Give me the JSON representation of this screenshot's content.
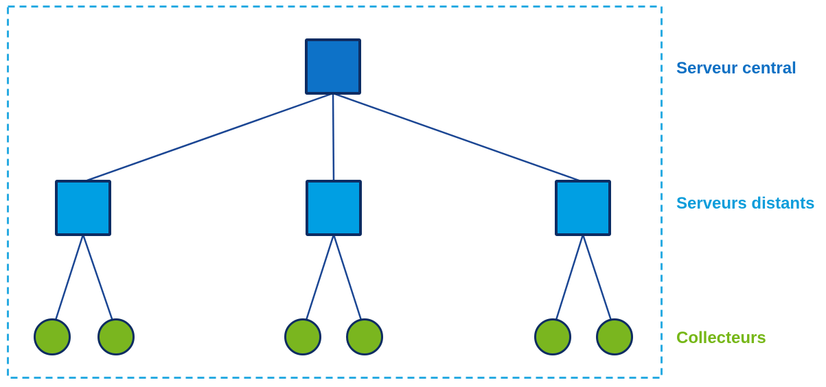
{
  "labels": {
    "central": "Serveur central",
    "distant": "Serveurs distants",
    "collectors": "Collecteurs"
  },
  "colors": {
    "navy": "#0d2c62",
    "line": "#1b4693",
    "dash": "#29abe2",
    "central-fill": "#0d72c8",
    "remote-fill": "#009fe3",
    "collector-fill": "#7ab61f",
    "label-central": "#0e70c4",
    "label-distant": "#0d9ddb",
    "label-collectors": "#76b717"
  },
  "structure": {
    "type": "tree-topology",
    "central_servers": 1,
    "remote_servers": 3,
    "collectors": 6,
    "collectors_per_remote_server": 2,
    "edges": [
      [
        "central-server",
        "remote-server-1"
      ],
      [
        "central-server",
        "remote-server-2"
      ],
      [
        "central-server",
        "remote-server-3"
      ],
      [
        "remote-server-1",
        "collector-1"
      ],
      [
        "remote-server-1",
        "collector-2"
      ],
      [
        "remote-server-2",
        "collector-3"
      ],
      [
        "remote-server-2",
        "collector-4"
      ],
      [
        "remote-server-3",
        "collector-5"
      ],
      [
        "remote-server-3",
        "collector-6"
      ]
    ]
  }
}
